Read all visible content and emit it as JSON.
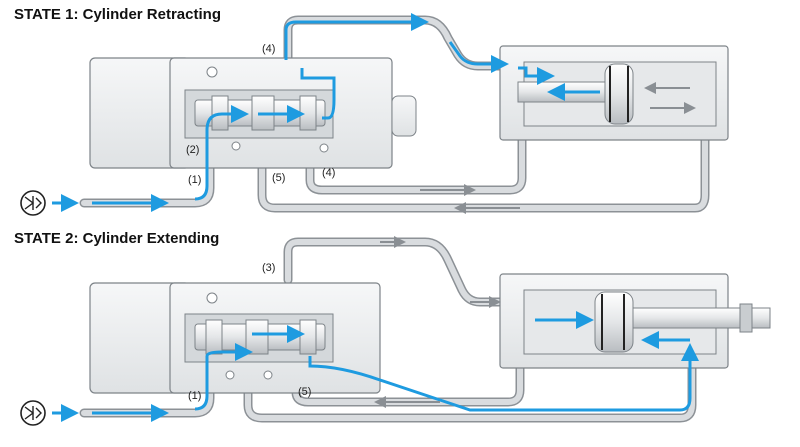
{
  "states": [
    {
      "title": "STATE 1: Cylinder Retracting",
      "ports": [
        "(4)",
        "(2)",
        "(1)",
        "(5)",
        "(4)"
      ]
    },
    {
      "title": "STATE 2: Cylinder Extending",
      "ports": [
        "(3)",
        "(1)",
        "(5)"
      ]
    }
  ],
  "colors": {
    "flow": "#1e9be0",
    "pipe": "#d9dcdf",
    "pipe_edge": "#8c9196",
    "body": "#eceeef",
    "body_edge": "#7d8388",
    "exhaust_arrow": "#8a8f94"
  },
  "icons": [
    "air-supply-icon",
    "air-supply-icon"
  ]
}
